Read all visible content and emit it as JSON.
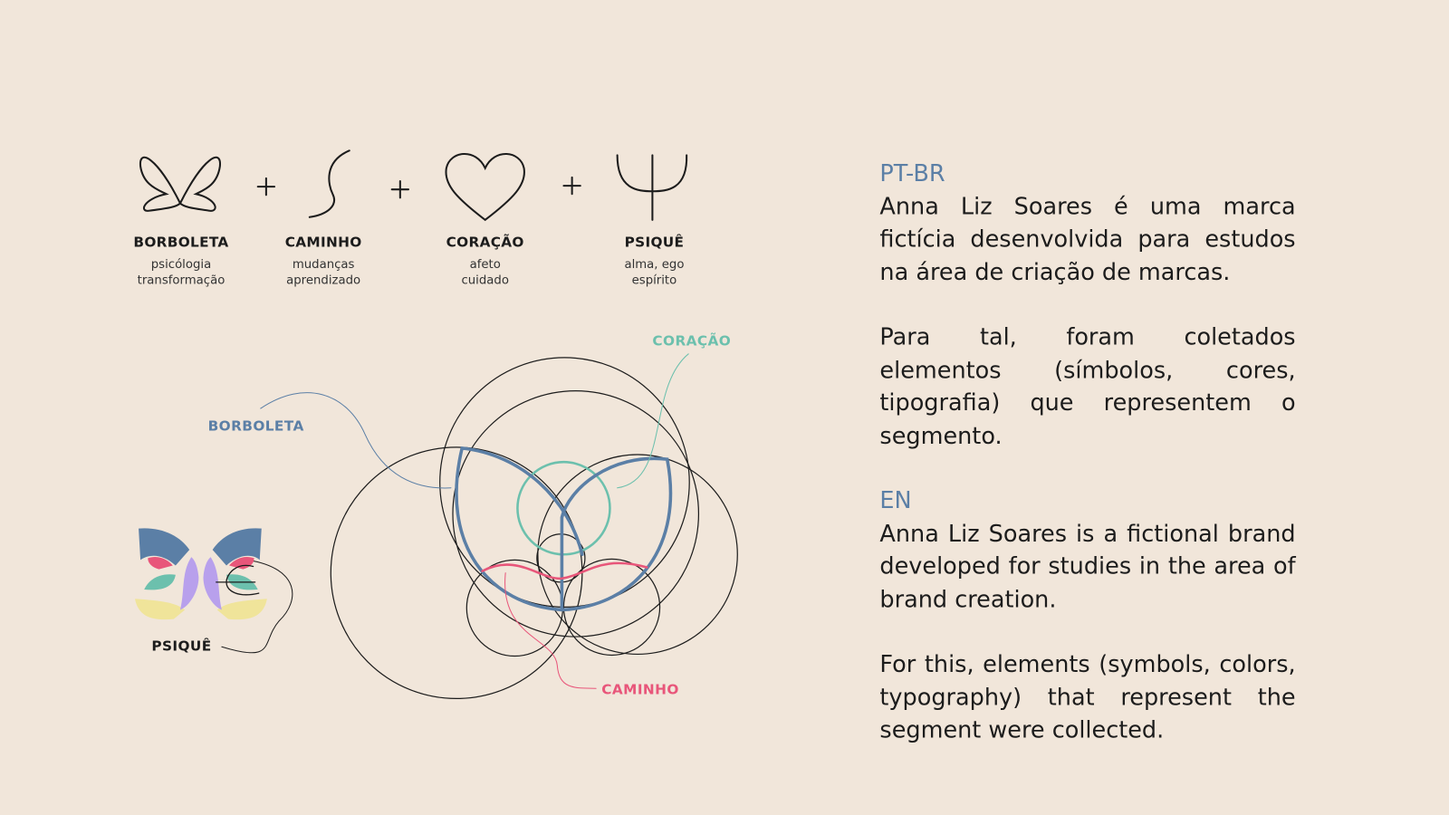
{
  "symbols": [
    {
      "title": "BORBOLETA",
      "line1": "psicólogia",
      "line2": "transformação"
    },
    {
      "title": "CAMINHO",
      "line1": "mudanças",
      "line2": "aprendizado"
    },
    {
      "title": "CORAÇÃO",
      "line1": "afeto",
      "line2": "cuidado"
    },
    {
      "title": "PSIQUÊ",
      "line1": "alma, ego",
      "line2": "espírito"
    }
  ],
  "plus": "+",
  "diagram_labels": {
    "borboleta": "BORBOLETA",
    "coracao": "CORAÇÃO",
    "caminho": "CAMINHO",
    "psique": "PSIQUÊ"
  },
  "colors": {
    "background": "#f1e6da",
    "blue": "#5b7fa6",
    "teal": "#6cc0ad",
    "pink": "#e8567a",
    "yellow": "#f0e49a",
    "purple": "#b8a0ec"
  },
  "text": {
    "pt_label": "PT-BR",
    "pt_p1": "Anna Liz Soares é uma marca fictícia desenvolvida para estudos na área de criação de marcas.",
    "pt_p2": "Para tal, foram coletados elementos (símbolos, cores, tipografia) que re­presentem o segmento.",
    "en_label": "EN",
    "en_p1": "Anna Liz Soares is a fictional brand developed for studies in the area of brand creation.",
    "en_p2": "For this, elements (symbols, colors, typography) that represent the seg­ment were collected."
  }
}
